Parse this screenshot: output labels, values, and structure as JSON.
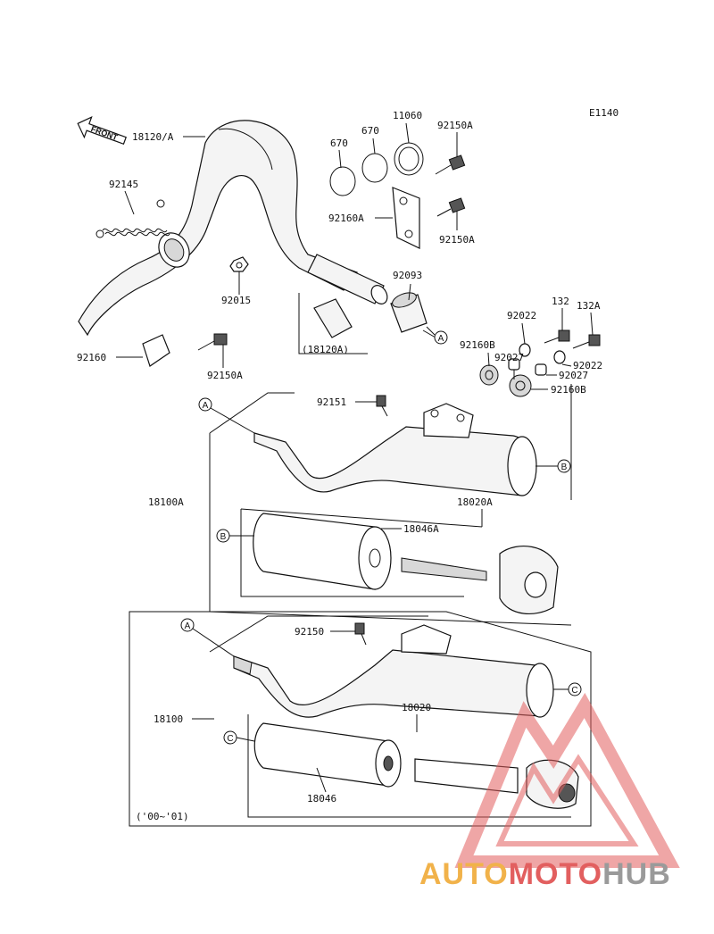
{
  "diagram": {
    "code": "E1140",
    "front_label": "FRONT",
    "labels": {
      "p18120A": "18120/A",
      "p92145": "92145",
      "p670a": "670",
      "p670b": "670",
      "p11060": "11060",
      "p92150A_1": "92150A",
      "p92160A": "92160A",
      "p92150A_2": "92150A",
      "p92015": "92015",
      "p92093": "92093",
      "p92160": "92160",
      "p92150A_3": "92150A",
      "p18120A_box": "(18120A)",
      "p92022a": "92022",
      "p132": "132",
      "p132A": "132A",
      "p92160B_1": "92160B",
      "p92027a": "92027",
      "p92022b": "92022",
      "p92027b": "92027",
      "p92160B_2": "92160B",
      "p92151": "92151",
      "p18100A": "18100A",
      "p18020A": "18020A",
      "p18046A": "18046A",
      "p92150": "92150",
      "p18100": "18100",
      "p18020": "18020",
      "p18046": "18046",
      "years": "('00~'01)"
    },
    "refs": {
      "A1": "A",
      "A2": "A",
      "A3": "A",
      "B1": "B",
      "B2": "B",
      "C1": "C",
      "C2": "C"
    }
  },
  "watermark": {
    "part1": "AUTO",
    "part2": "MOTO",
    "part3": "HUB",
    "colors": {
      "auto": "#f1b24a",
      "moto": "#e25f5f",
      "hub": "#9a9a9a",
      "triangle": "#e25f5f"
    }
  }
}
